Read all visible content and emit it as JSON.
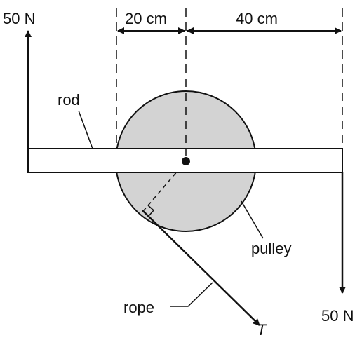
{
  "labels": {
    "force_left": "50 N",
    "force_right": "50 N",
    "dist_a": "20 cm",
    "dist_b": "40 cm",
    "rod": "rod",
    "pulley": "pulley",
    "rope": "rope",
    "tension": "T"
  },
  "colors": {
    "pulley_fill": "#d3d3d3",
    "line": "#111111",
    "rod_fill": "#ffffff"
  }
}
